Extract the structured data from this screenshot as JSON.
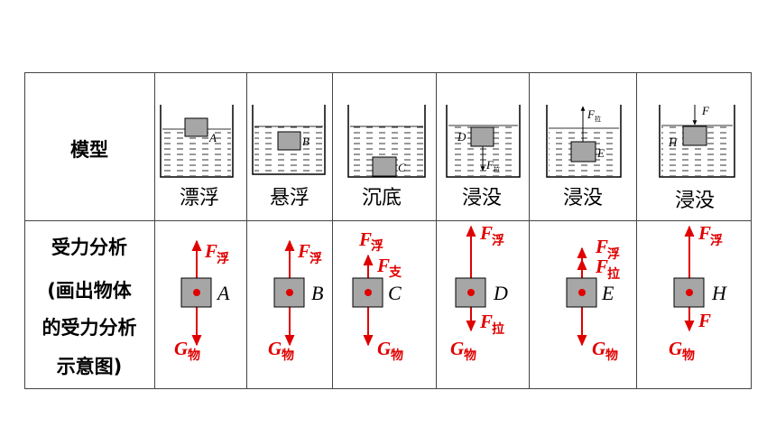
{
  "row_headers": {
    "model": "模型",
    "force_line1": "受力分析",
    "force_line2": "(画出物体",
    "force_line3": "的受力分析",
    "force_line4": "示意图)"
  },
  "columns": [
    {
      "state": "漂浮",
      "object": "A"
    },
    {
      "state": "悬浮",
      "object": "B"
    },
    {
      "state": "沉底",
      "object": "C"
    },
    {
      "state": "浸没",
      "object": "D"
    },
    {
      "state": "浸没",
      "object": "E"
    },
    {
      "state": "浸没",
      "object": "H"
    }
  ],
  "model_labels": {
    "d_pull_F": "F",
    "d_pull_sub": "拉",
    "e_pull_F": "F",
    "e_pull_sub": "拉",
    "h_push_F": "F"
  },
  "forces": {
    "F": "F",
    "G": "G",
    "buoy": "浮",
    "support": "支",
    "pull": "拉",
    "object_sub": "物"
  },
  "colors": {
    "force": "#e00000",
    "block": "#a6a6a6",
    "line": "#000000"
  }
}
